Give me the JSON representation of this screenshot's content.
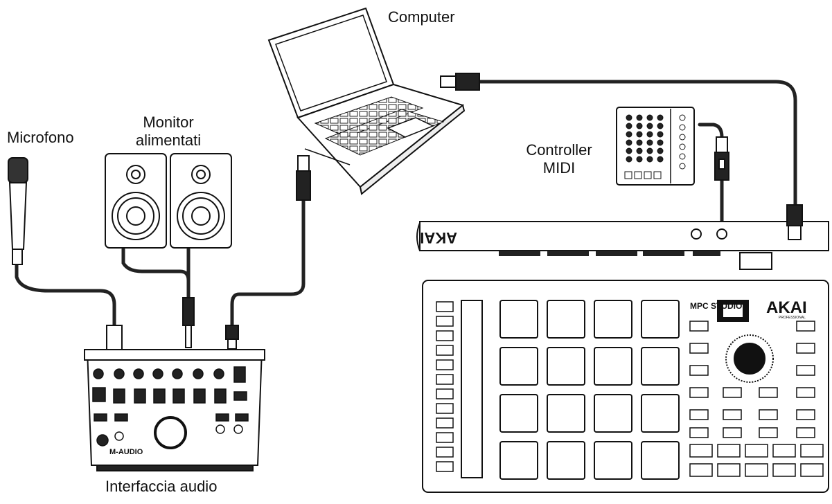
{
  "labels": {
    "computer": "Computer",
    "microphone": "Microfono",
    "monitors_line1": "Monitor",
    "monitors_line2": "alimentati",
    "midi_controller_line1": "Controller",
    "midi_controller_line2": "MIDI",
    "audio_interface": "Interfaccia audio"
  },
  "device_branding": {
    "interface_logo": "M-AUDIO",
    "mpc_model": "MPC STUDIO",
    "mpc_brand": "AKAI",
    "mpc_brand_sub": "PROFESSIONAL"
  },
  "icons": [
    "laptop-icon",
    "microphone-icon",
    "speaker-icon",
    "midi-controller-icon",
    "audio-interface-icon",
    "mpc-controller-icon",
    "usb-connector-icon",
    "xlr-connector-icon",
    "jack-connector-icon"
  ],
  "colors": {
    "line": "#111111",
    "cable": "#222222",
    "background": "#ffffff"
  }
}
